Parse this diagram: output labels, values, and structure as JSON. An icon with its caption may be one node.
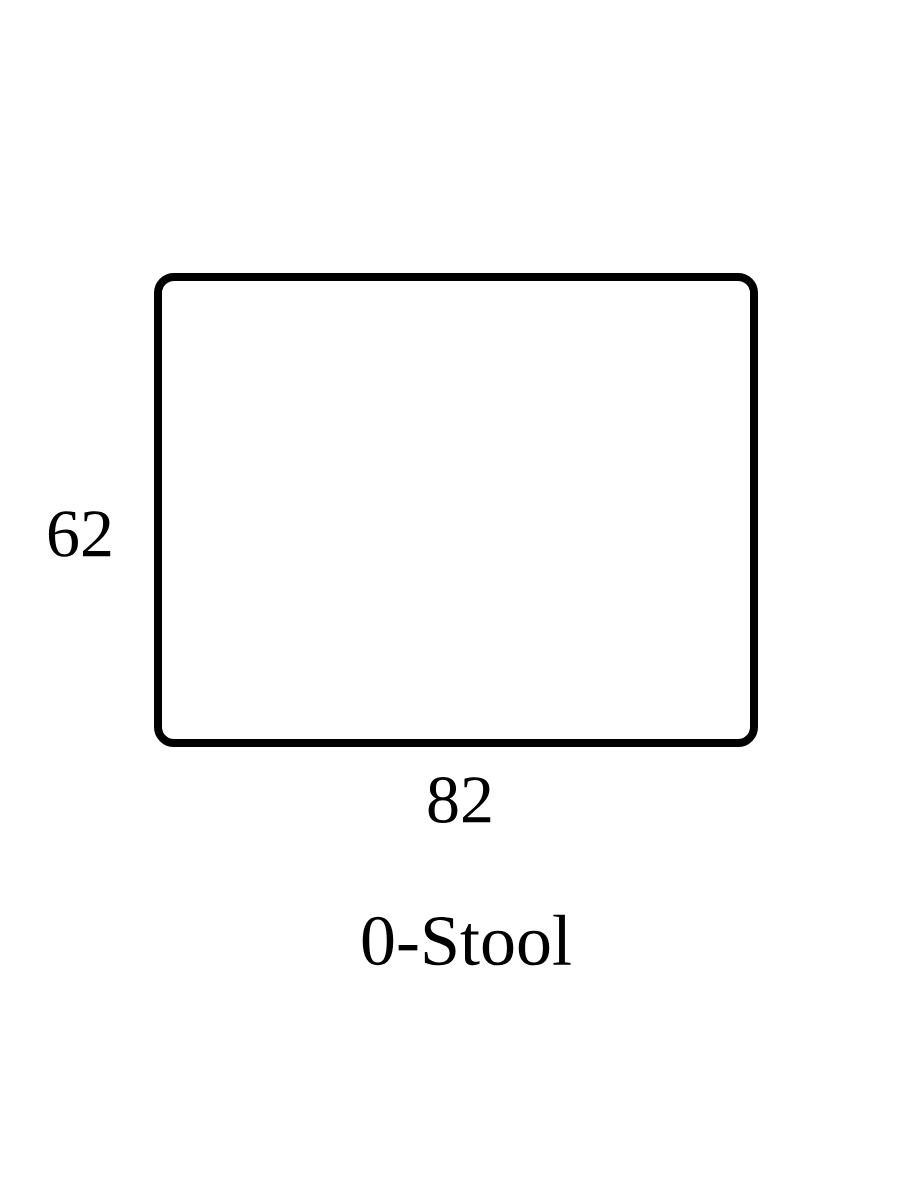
{
  "diagram": {
    "caption": "0-Stool",
    "nodes": [
      {
        "text": [],
        "shape": "box"
      }
    ],
    "labels": [
      "62",
      "82"
    ]
  }
}
